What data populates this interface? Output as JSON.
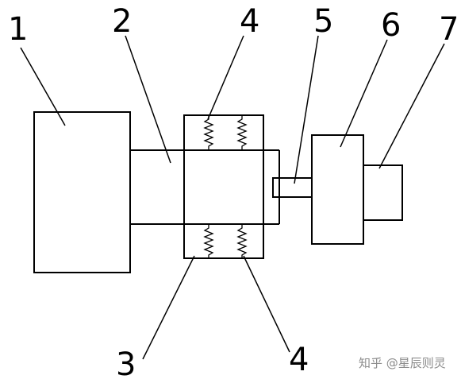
{
  "labels": [
    {
      "id": "1",
      "text": "1"
    },
    {
      "id": "2",
      "text": "2"
    },
    {
      "id": "3",
      "text": "3"
    },
    {
      "id": "4a",
      "text": "4"
    },
    {
      "id": "4b",
      "text": "4"
    },
    {
      "id": "5",
      "text": "5"
    },
    {
      "id": "6",
      "text": "6"
    },
    {
      "id": "7",
      "text": "7"
    }
  ],
  "watermark": {
    "text": "知乎 @星辰则灵"
  },
  "colors": {
    "stroke": "#000000",
    "background": "#ffffff",
    "watermark": "#8c8c8c"
  }
}
